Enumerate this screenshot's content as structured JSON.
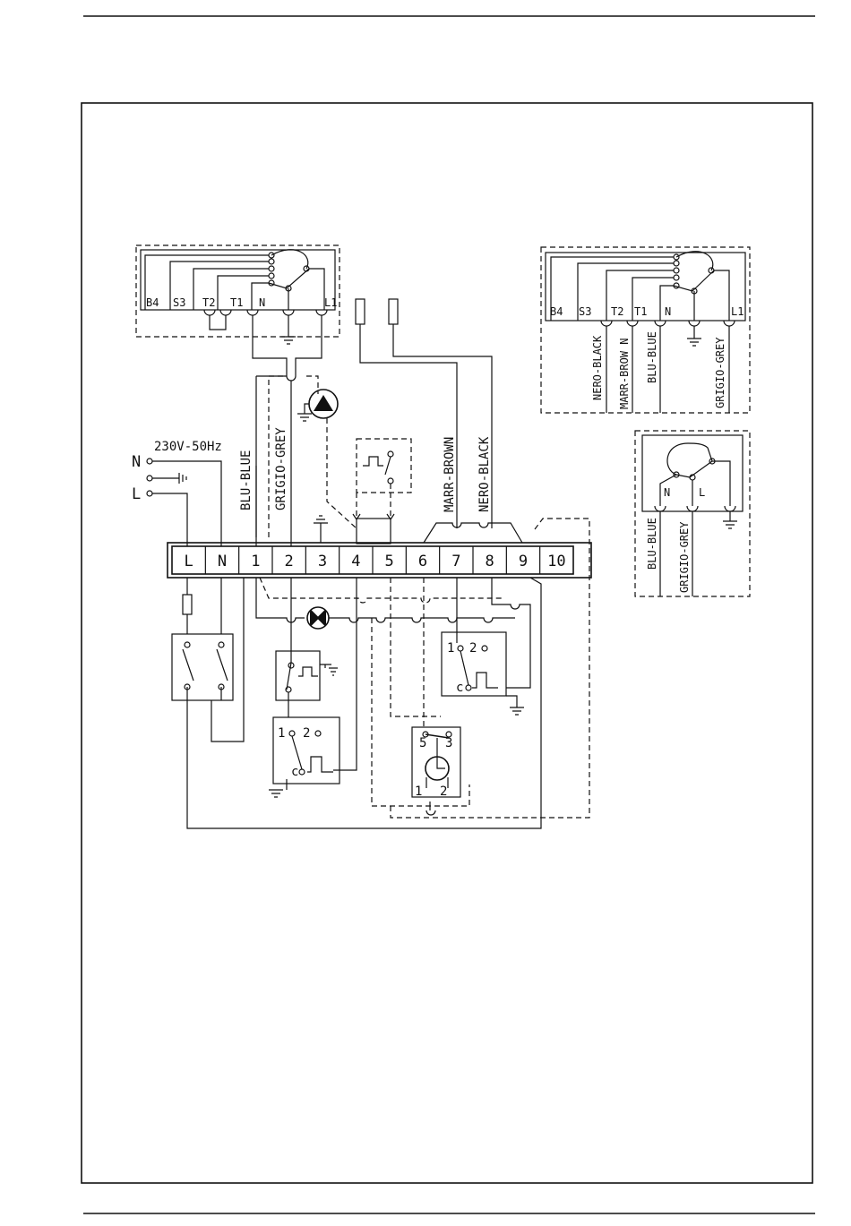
{
  "terminal_block": {
    "terminals": [
      "L",
      "N",
      "1",
      "2",
      "3",
      "4",
      "5",
      "6",
      "7",
      "8",
      "9",
      "10"
    ]
  },
  "supply": {
    "voltage": "230V-50Hz",
    "n_label": "N",
    "l_label": "L"
  },
  "wires": {
    "blu_blue": "BLU-BLUE",
    "grigio_grey": "GRIGIO-GREY",
    "marr_brown": "MARR-BROWN",
    "marr_brown_alt": "MARR-BROW N",
    "nero_black": "NERO-BLACK"
  },
  "connector_left": {
    "labels": [
      "B4",
      "S3",
      "T2",
      "T1",
      "N",
      "L1"
    ]
  },
  "connector_right": {
    "labels": [
      "B4",
      "S3",
      "T2",
      "T1",
      "N",
      "L1"
    ]
  },
  "pump_box": {
    "labels": [
      "N",
      "L"
    ]
  },
  "switch_contacts": {
    "c1": "1",
    "c2": "2",
    "cc": "c",
    "c5": "5",
    "c3": "3"
  }
}
